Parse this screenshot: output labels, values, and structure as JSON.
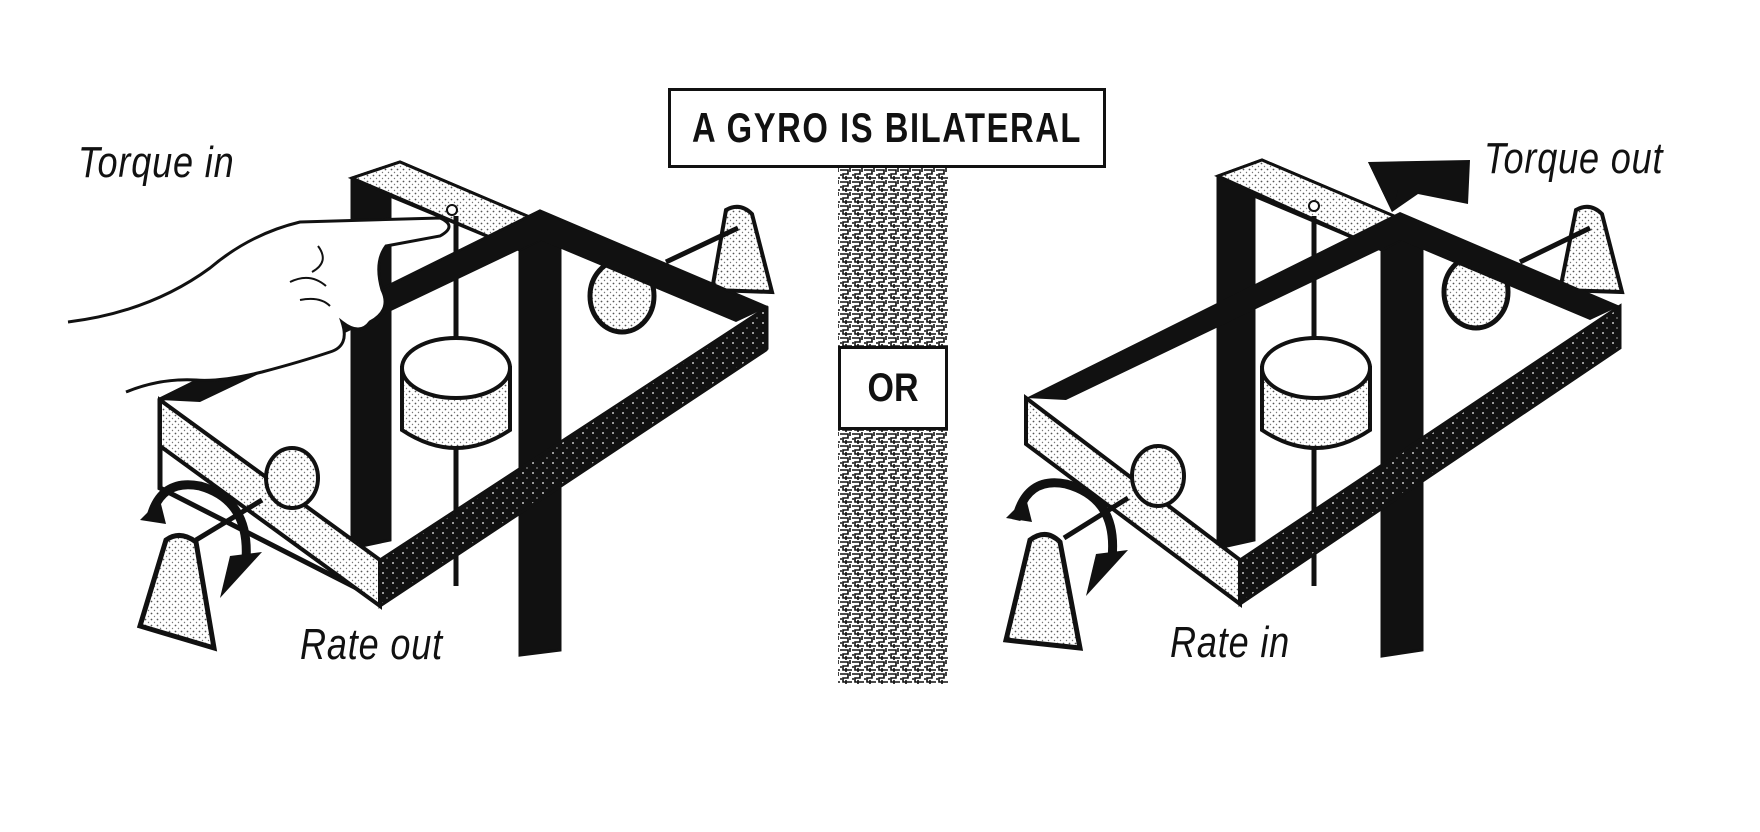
{
  "diagram": {
    "title": "A GYRO IS BILATERAL",
    "separator": "OR",
    "left_panel": {
      "top_label": "Torque in",
      "bottom_label": "Rate out"
    },
    "right_panel": {
      "top_label": "Torque out",
      "bottom_label": "Rate in"
    }
  },
  "colors": {
    "ink": "#111111",
    "stipple": "#d9d9d9",
    "paper": "#ffffff"
  }
}
